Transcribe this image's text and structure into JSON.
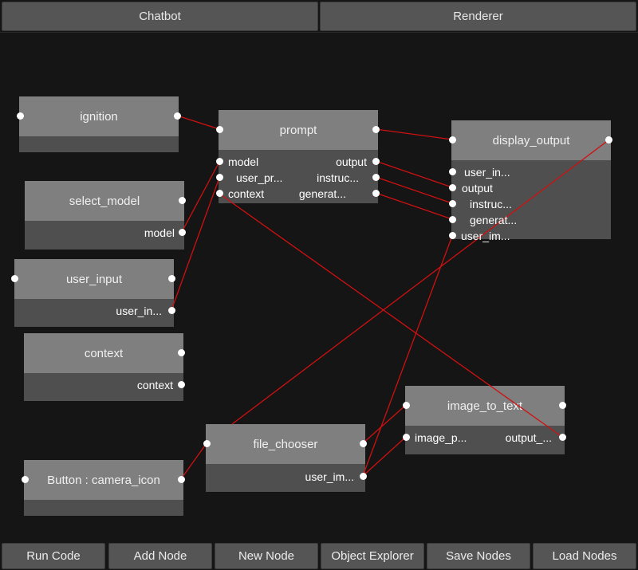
{
  "tabs": {
    "chatbot": "Chatbot",
    "renderer": "Renderer"
  },
  "nodes": {
    "ignition": {
      "title": "ignition"
    },
    "select_model": {
      "title": "select_model",
      "out": "model"
    },
    "user_input": {
      "title": "user_input",
      "out": "user_in..."
    },
    "context": {
      "title": "context",
      "out": "context"
    },
    "button_camera": {
      "title": "Button : camera_icon"
    },
    "prompt": {
      "title": "prompt",
      "in": [
        "model",
        "user_pr...",
        "context"
      ],
      "out": [
        "output",
        "instruc...",
        "generat..."
      ]
    },
    "display_output": {
      "title": "display_output",
      "in": [
        "user_in...",
        "output",
        "instruc...",
        "generat...",
        "user_im..."
      ]
    },
    "file_chooser": {
      "title": "file_chooser",
      "out": "user_im..."
    },
    "image_to_text": {
      "title": "image_to_text",
      "in": "image_p...",
      "out": "output_..."
    }
  },
  "wire_color": "#d01010",
  "toolbar": {
    "run": "Run Code",
    "add": "Add Node",
    "new": "New Node",
    "explorer": "Object Explorer",
    "save": "Save Nodes",
    "load": "Load Nodes"
  }
}
